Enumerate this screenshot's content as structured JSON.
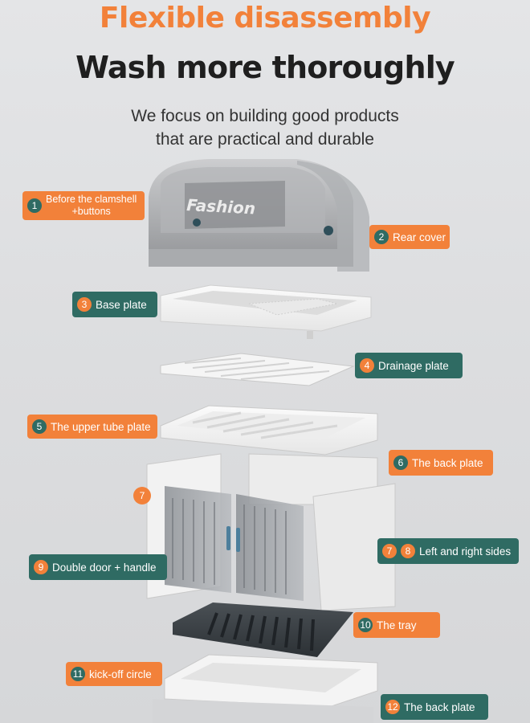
{
  "header": {
    "headline": "Flexible disassembly",
    "subheadline": "Wash more thoroughly",
    "tagline_line1": "We focus on building good products",
    "tagline_line2": "that are practical and durable"
  },
  "brand_text": "Fashion",
  "labels": [
    {
      "num": "1",
      "text_line1": "Before the clamshell",
      "text_line2": "+buttons"
    },
    {
      "num": "2",
      "text": "Rear cover"
    },
    {
      "num": "3",
      "text": "Base plate"
    },
    {
      "num": "4",
      "text": "Drainage plate"
    },
    {
      "num": "5",
      "text": "The upper tube plate"
    },
    {
      "num": "6",
      "text": "The back plate"
    },
    {
      "num": "7"
    },
    {
      "num_a": "7",
      "num_b": "8",
      "text": "Left and right sides"
    },
    {
      "num": "9",
      "text": "Double door + handle"
    },
    {
      "num": "10",
      "text": "The tray"
    },
    {
      "num": "11",
      "text": "kick-off circle"
    },
    {
      "num": "12",
      "text": "The back plate"
    }
  ],
  "colors": {
    "orange": "#f2813a",
    "teal": "#2f6b63",
    "heading_dark": "#1f1f1f"
  }
}
